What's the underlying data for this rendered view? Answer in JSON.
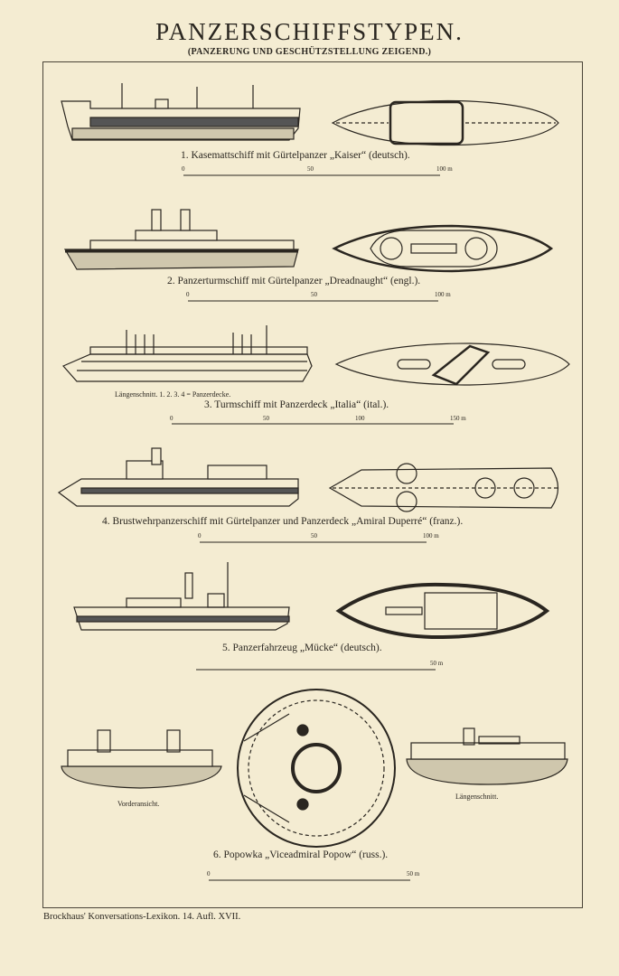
{
  "title": "PANZERSCHIFFSTYPEN.",
  "subtitle": "(PANZERUNG UND GESCHÜTZSTELLUNG ZEIGEND.)",
  "ships": [
    {
      "caption": "1. Kasemattschiff mit Gürtelpanzer „Kaiser“ (deutsch).",
      "scale_labels": [
        "0",
        "50",
        "100 m"
      ]
    },
    {
      "caption": "2. Panzerturmschiff mit Gürtelpanzer „Dreadnaught“ (engl.).",
      "scale_labels": [
        "0",
        "50",
        "100 m"
      ]
    },
    {
      "caption": "3. Turmschiff mit Panzerdeck „Italia“ (ital.).",
      "note": "Längenschnitt.  1. 2. 3. 4 = Panzerdecke.",
      "scale_labels": [
        "0",
        "50",
        "100",
        "150 m"
      ]
    },
    {
      "caption": "4. Brustwehrpanzerschiff mit Gürtelpanzer und Panzerdeck „Amiral Duperré“ (franz.).",
      "scale_labels": [
        "0",
        "50",
        "100 m"
      ]
    },
    {
      "caption": "5. Panzerfahrzeug „Mücke“ (deutsch).",
      "scale_labels": [
        "50 m"
      ]
    },
    {
      "caption": "6. Popowka „Viceadmiral Popow“ (russ.).",
      "front_label": "Vorderansicht.",
      "section_label": "Längenschnitt.",
      "scale_labels": [
        "0",
        "50 m"
      ]
    }
  ],
  "footer": "Brockhaus' Konversations-Lexikon.   14. Aufl.   XVII."
}
